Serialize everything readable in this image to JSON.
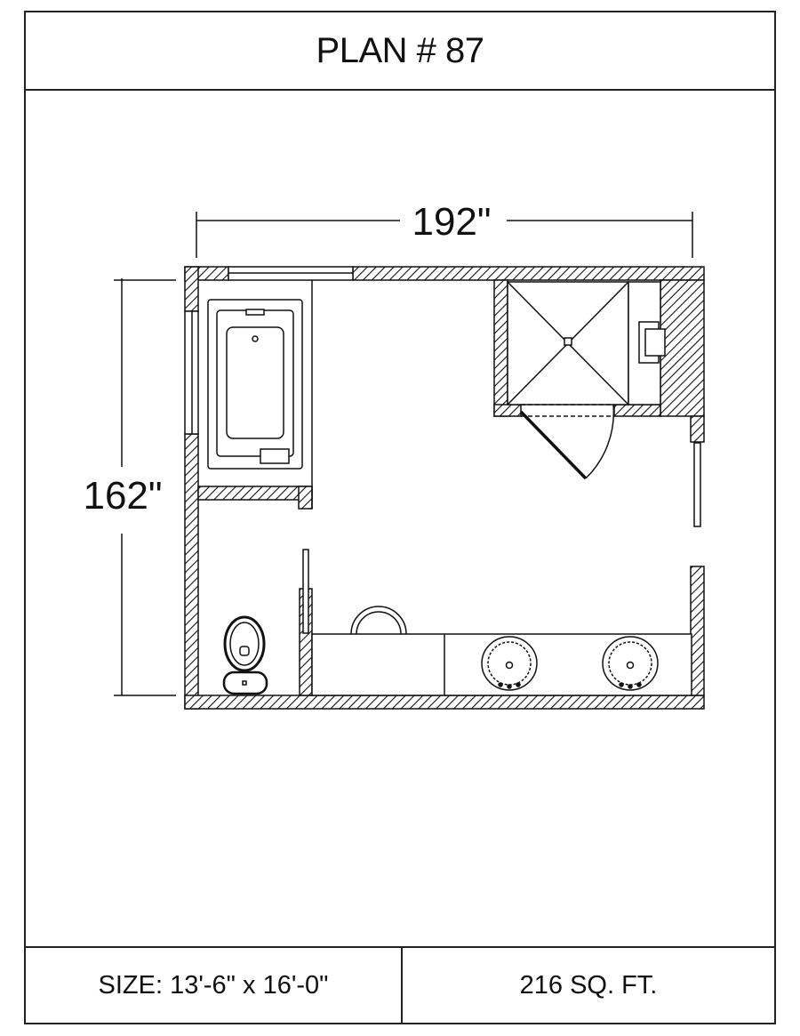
{
  "title": "PLAN # 87",
  "dimensions": {
    "width_label": "192\"",
    "depth_label": "162\""
  },
  "footer": {
    "size": "SIZE:  13'-6\" x 16'-0\"",
    "area": "216 SQ. FT."
  },
  "colors": {
    "line": "#111111",
    "background": "#ffffff"
  }
}
